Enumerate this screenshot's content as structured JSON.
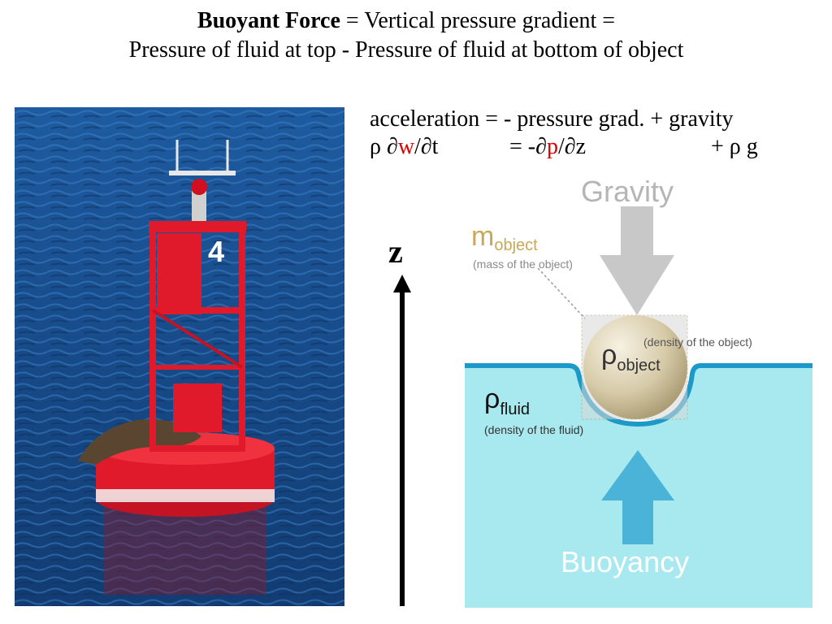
{
  "title": {
    "line1_bold": "Buoyant Force",
    "line1_rest": " = Vertical pressure gradient =",
    "line2": "Pressure of fluid at top - Pressure of fluid at bottom of object"
  },
  "photo": {
    "buoy_number": "4"
  },
  "equation": {
    "line1": "acceleration = - pressure grad. + gravity",
    "rho1": "ρ ∂",
    "w": "w",
    "dt": "/∂t",
    "eq_minus": "= -∂",
    "p": "p",
    "dz": "/∂z",
    "gravity": "+ ρ g"
  },
  "axis": {
    "label": "z"
  },
  "diagram": {
    "gravity": "Gravity",
    "m": "m",
    "m_sub": "object",
    "mass_note": "(mass of the object)",
    "rho_obj": "ρ",
    "rho_obj_sub": "object",
    "density_obj": "(density of the object)",
    "rho_fluid": "ρ",
    "rho_fluid_sub": "fluid",
    "density_fluid": "(density of the fluid)",
    "buoyancy": "Buoyancy"
  },
  "colors": {
    "water_photo": "#1b4f8f",
    "buoy_red": "#e01a2a",
    "fluid": "#a8e9f0",
    "fluid_edge": "#1b9ac9",
    "buoyancy_arrow": "#4bb3d8",
    "gravity_arrow": "#c8c8c8",
    "sphere": "#d9cfb2",
    "mass_label": "#c8a85a",
    "red_var": "#e00000"
  }
}
